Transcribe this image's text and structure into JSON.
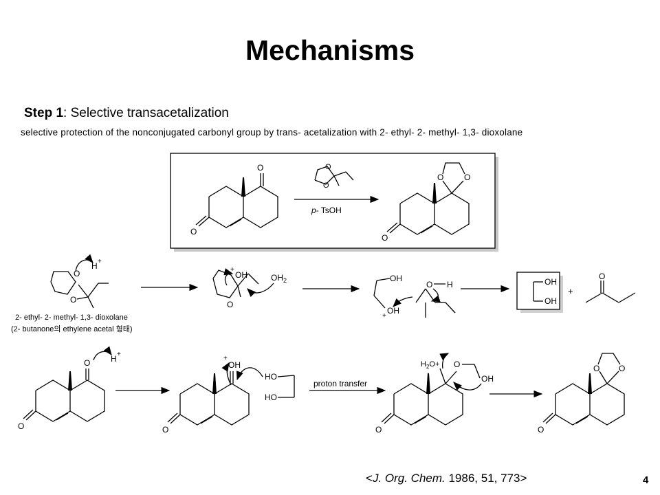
{
  "title": "Mechanisms",
  "step": {
    "label": "Step 1",
    "title": ": Selective transacetalization",
    "description": "selective protection of the nonconjugated carbonyl group by trans- acetalization with 2- ethyl- 2- methyl- 1,3- dioxolane"
  },
  "scheme_top": {
    "reagent_label_italic": "p",
    "reagent_label_rest": "- TsOH",
    "atom_labels": [
      "O",
      "O",
      "O",
      "O",
      "O",
      "O",
      "O"
    ]
  },
  "mechanism_row1": {
    "proton": "H",
    "charge": "+",
    "compound_caption_1": "2- ethyl- 2- methyl- 1,3- dioxolane",
    "compound_caption_2": "(2- butanone의 ethylene acetal 형태)",
    "labels": {
      "oh": "OH",
      "oh2": "OH",
      "oh2_sub": "2",
      "o": "O",
      "h": "H",
      "plus": "+"
    }
  },
  "mechanism_row2": {
    "proton": "H",
    "arrow_label": "proton transfer",
    "labels": {
      "ho": "HO",
      "oh": "OH",
      "h2o_h": "H",
      "h2o_sub": "2",
      "h2o_o": "O+",
      "o": "O"
    }
  },
  "citation": {
    "open": "<",
    "journal": "J. Org. Chem.",
    "rest": " 1986, 51, 773>"
  },
  "page_number": "4"
}
